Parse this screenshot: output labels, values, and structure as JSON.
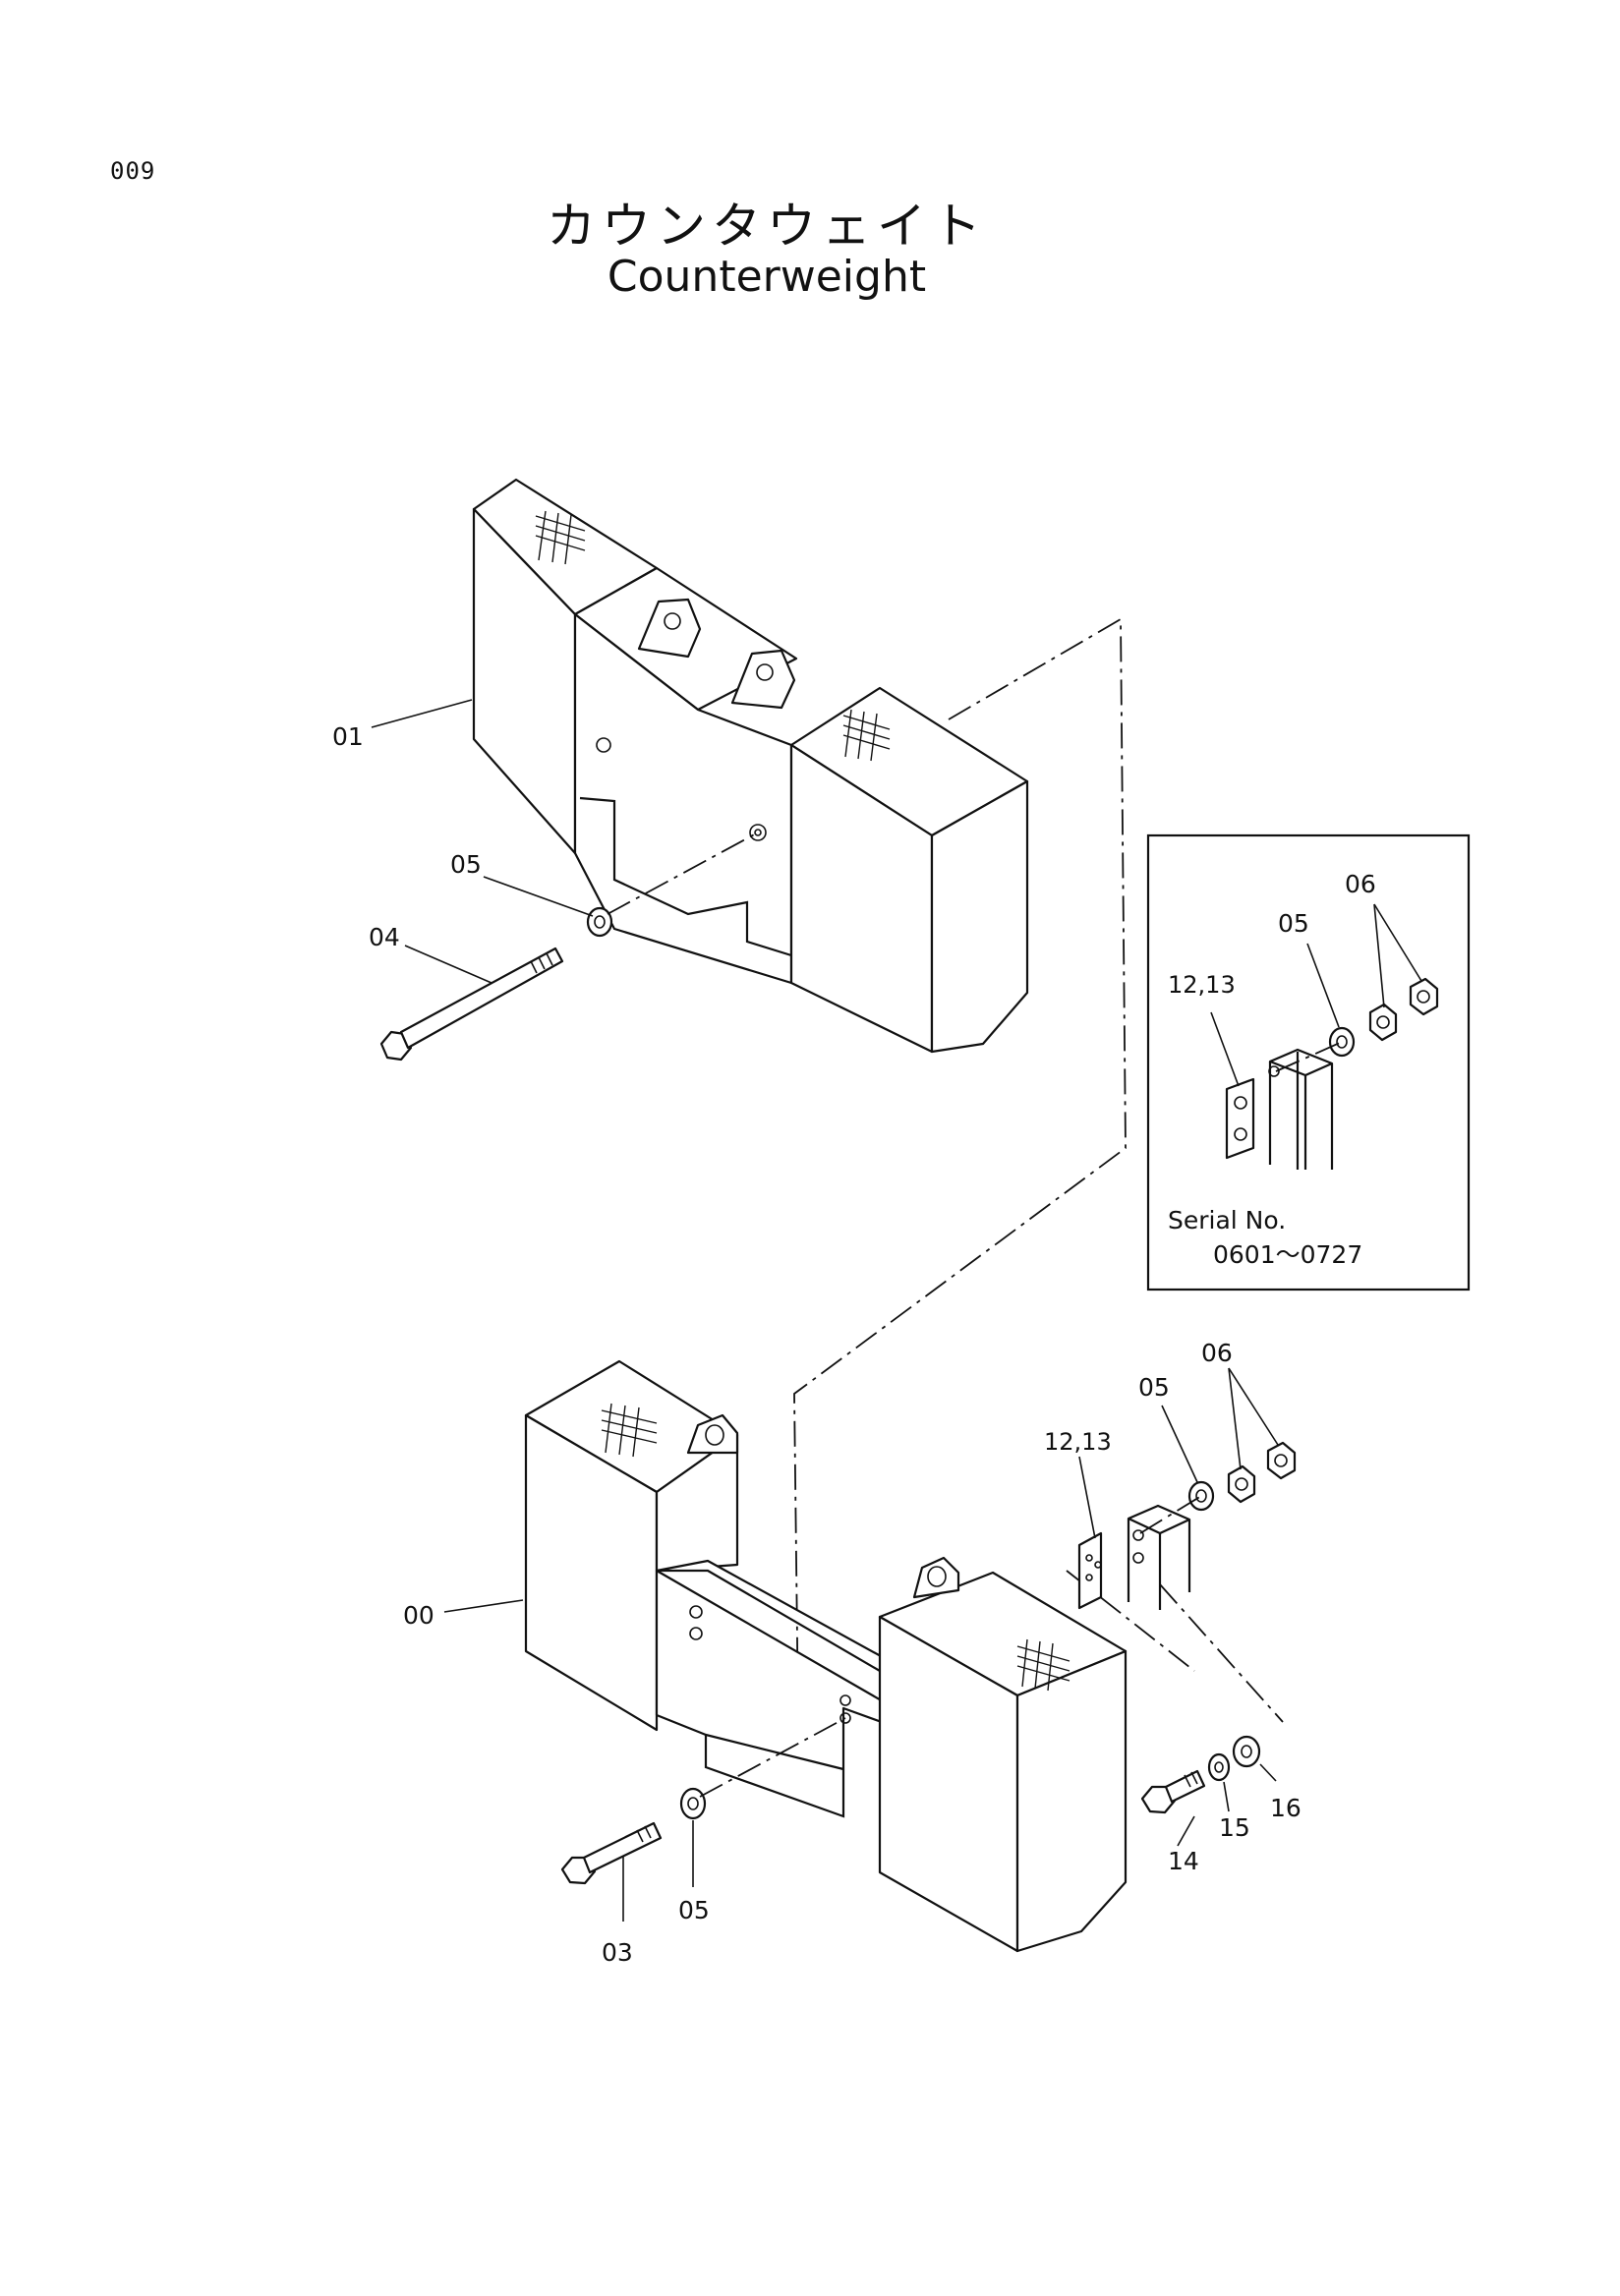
{
  "page_number": "009",
  "title_jp": "カウンタウェイト",
  "title_en": "Counterweight",
  "callouts": {
    "c00": "00",
    "c01": "01",
    "c03": "03",
    "c04": "04",
    "c05_top": "05",
    "c05_bottom": "05",
    "c05_inset": "05",
    "c05_side": "05",
    "c06_inset": "06",
    "c06_side": "06",
    "c1213_inset": "12,13",
    "c1213_side": "12,13",
    "c14": "14",
    "c15": "15",
    "c16": "16"
  },
  "inset": {
    "serial_label": "Serial No.",
    "serial_range": "0601～0727"
  }
}
